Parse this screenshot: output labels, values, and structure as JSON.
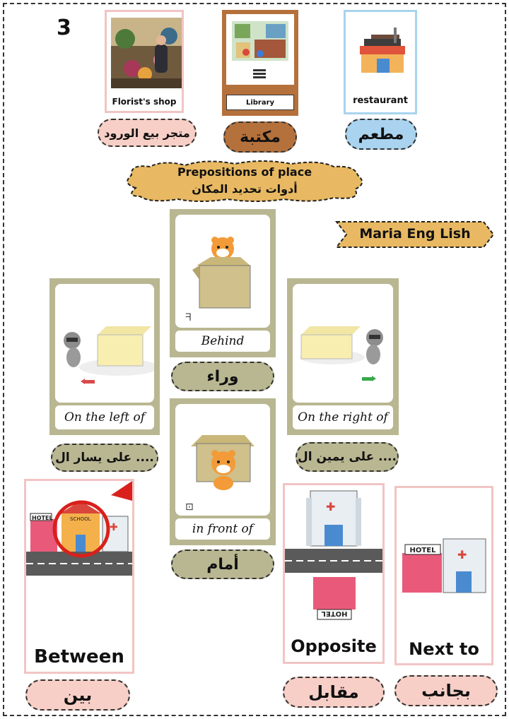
{
  "page": {
    "number": "3"
  },
  "places": [
    {
      "english": "Florist's shop",
      "arabic": "متجر بيع الورود"
    },
    {
      "english": "Library",
      "arabic": "مكتبة"
    },
    {
      "english": "restaurant",
      "arabic": "مطعم"
    }
  ],
  "heading": {
    "english": "Prepositions of place",
    "arabic": "أدوات تحديد المكان"
  },
  "author": "Maria Eng Lish",
  "prepositions": {
    "behind": {
      "english": "Behind",
      "arabic": "وراء"
    },
    "left": {
      "english": "On the left of",
      "arabic": "على يسار ال ...."
    },
    "right": {
      "english": "On the right of",
      "arabic": "على يمين ال ...."
    },
    "front": {
      "english": "in front of",
      "arabic": "أمام"
    }
  },
  "buildings": {
    "between": {
      "english": "Between",
      "arabic": "بين",
      "signs": [
        "HOTEL",
        "SCHOOL"
      ]
    },
    "opposite": {
      "english": "Opposite",
      "arabic": "مقابل",
      "signs": [
        "HOTEL"
      ]
    },
    "next_to": {
      "english": "Next to",
      "arabic": "بجانب",
      "signs": [
        "HOTEL"
      ]
    }
  },
  "colors": {
    "olive": "#b9b792",
    "pink": "#f7cfc7",
    "brown": "#b5713c",
    "blue": "#a9d3ee",
    "cloud": "#e8b962"
  }
}
